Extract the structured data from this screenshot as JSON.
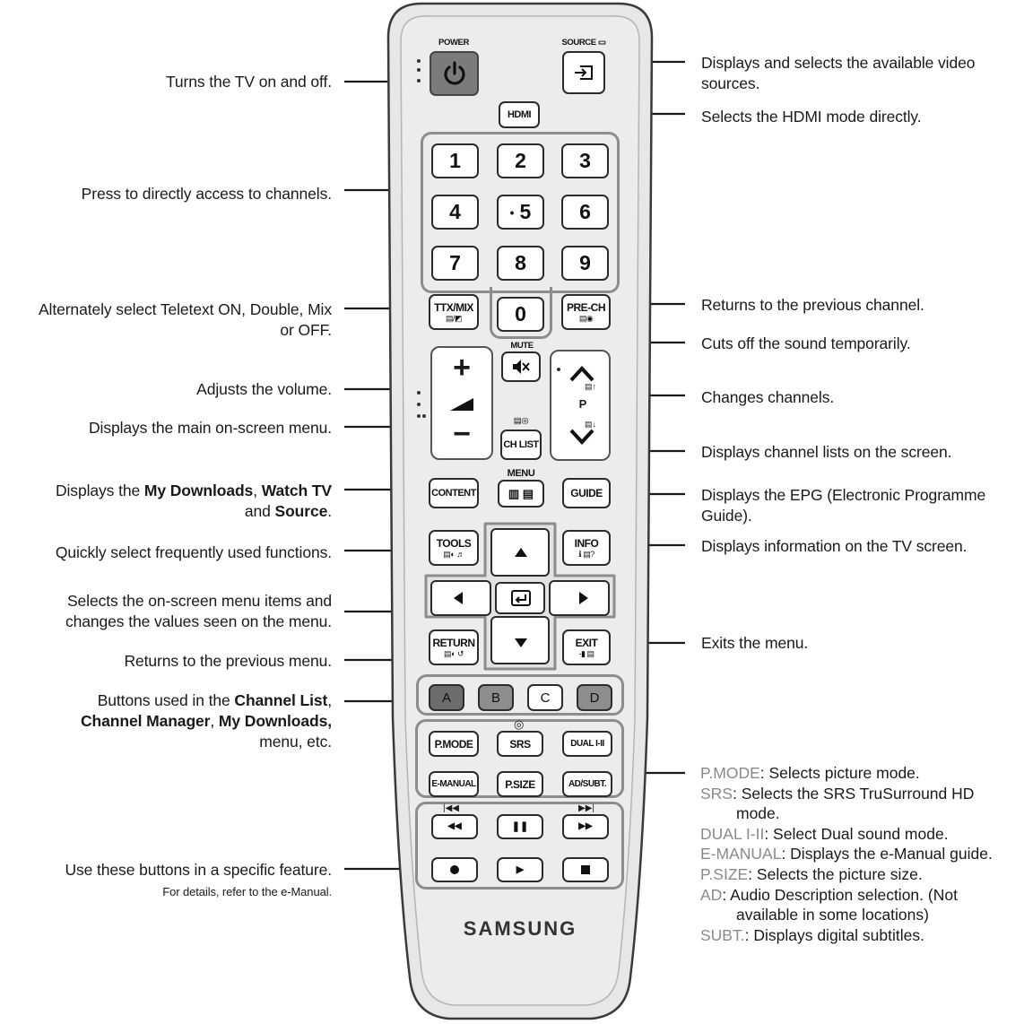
{
  "labels_left": {
    "power": "Turns the TV on and off.",
    "numbers": "Press to directly access to channels.",
    "ttx_line1": "Alternately select Teletext ON, Double, Mix",
    "ttx_line2": "or OFF.",
    "volume": "Adjusts the volume.",
    "menu": "Displays the main on-screen menu.",
    "content_pre": "Displays the ",
    "content_b1": "My Downloads",
    "content_sep": ", ",
    "content_b2": "Watch TV",
    "content_and": "and ",
    "content_b3": "Source",
    "content_end": ".",
    "tools": "Quickly select frequently used functions.",
    "nav_line1": "Selects the on-screen menu items and",
    "nav_line2": "changes the values seen on the menu.",
    "return": "Returns to the previous menu.",
    "color_pre": "Buttons used in the ",
    "color_b1": "Channel List",
    "color_sep1": ",",
    "color_b2": "Channel Manager",
    "color_sep2": ", ",
    "color_b3": "My Downloads,",
    "color_end": "menu, etc.",
    "feature": "Use these buttons in a specific feature.",
    "feature_note": "For details, refer to the e-Manual."
  },
  "labels_right": {
    "source_line1": "Displays and selects the available video",
    "source_line2": "sources.",
    "hdmi": "Selects the HDMI mode directly.",
    "prech": "Returns to the previous channel.",
    "mute": "Cuts off the sound temporarily.",
    "channel": "Changes channels.",
    "chlist": "Displays channel lists on the screen.",
    "guide_line1": "Displays the EPG (Electronic Programme",
    "guide_line2": "Guide).",
    "info": "Displays information on the TV screen.",
    "exit": "Exits the menu."
  },
  "notes": [
    {
      "key": "P.MODE",
      "text": ": Selects picture mode.",
      "cont": ""
    },
    {
      "key": "SRS",
      "text": ": Selects the SRS TruSurround HD",
      "cont": "mode."
    },
    {
      "key": "DUAL I-II",
      "text": ": Select Dual sound mode.",
      "cont": ""
    },
    {
      "key": "E-MANUAL",
      "text": ": Displays the e-Manual guide.",
      "cont": ""
    },
    {
      "key": "P.SIZE",
      "text": ": Selects the picture size.",
      "cont": ""
    },
    {
      "key": "AD",
      "text": ": Audio Description selection. (Not",
      "cont": "available in some locations)"
    },
    {
      "key": "SUBT.",
      "text": ": Displays digital subtitles.",
      "cont": ""
    }
  ],
  "remote": {
    "power_caption": "POWER",
    "source_caption": "SOURCE",
    "hdmi": "HDMI",
    "digits": [
      "1",
      "2",
      "3",
      "4",
      "5",
      "6",
      "7",
      "8",
      "9",
      "0"
    ],
    "ttx": "TTX/MIX",
    "prech": "PRE-CH",
    "mute_caption": "MUTE",
    "vol_plus": "+",
    "vol_minus": "−",
    "ch_p": "P",
    "chlist": "CH LIST",
    "menu_caption": "MENU",
    "content": "CONTENT",
    "guide": "GUIDE",
    "tools": "TOOLS",
    "info": "INFO",
    "return": "RETURN",
    "exit": "EXIT",
    "color_keys": [
      "A",
      "B",
      "C",
      "D"
    ],
    "pmode": "P.MODE",
    "srs": "SRS",
    "dual": "DUAL I-II",
    "emanual": "E-MANUAL",
    "psize": "P.SIZE",
    "adsubt": "AD/SUBT.",
    "brand": "SAMSUNG"
  },
  "colors": {
    "body": "#e6e6e6",
    "outline": "#3a3a3a",
    "group": "#8d8d8d",
    "power": "#7b7b7b",
    "key_a": "#6c6c6c",
    "key_b": "#8e8e8e",
    "key_c": "#ffffff",
    "key_d": "#8e8e8e",
    "note_key": "#8a8a8a"
  }
}
